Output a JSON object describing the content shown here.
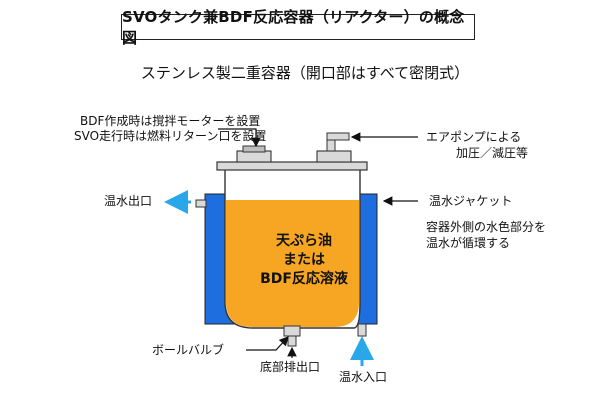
{
  "title": "SVOタンク兼BDF反応容器（リアクター）の概念図",
  "subtitle": "ステンレス製二重容器（開口部はすべて密閉式）",
  "labels": {
    "stirrer_note_1": "BDF作成時は撹拌モーターを設置",
    "stirrer_note_2": "SVO走行時は燃料リターン口を設置",
    "air_pump_1": "エアポンプによる",
    "air_pump_2": "加圧／減圧等",
    "hot_water_out": "温水出口",
    "hot_water_jacket": "温水ジャケット",
    "circulation_1": "容器外側の水色部分を",
    "circulation_2": "温水が循環する",
    "contents_1": "天ぷら油",
    "contents_2": "または",
    "contents_3": "BDF反応溶液",
    "ball_valve": "ボールバルブ",
    "bottom_drain": "底部排出口",
    "hot_water_in": "温水入口"
  },
  "colors": {
    "jacket_blue": "#1f6ee0",
    "liquid_orange": "#f6a623",
    "arrow_blue": "#2aa7e8",
    "steel_gray": "#c9c9c9"
  }
}
